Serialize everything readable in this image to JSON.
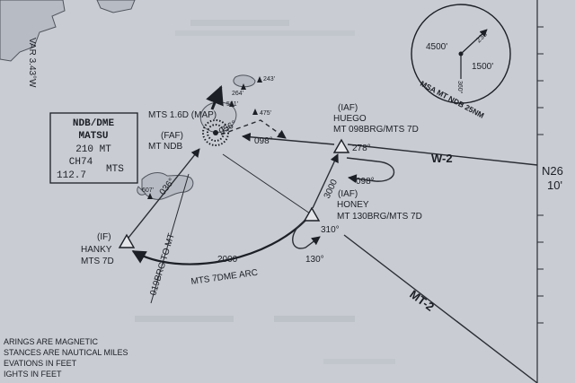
{
  "variation": "VAR 3.43°W",
  "msa": {
    "label": "MSA MT NDB 25NM",
    "sector_high": "4500'",
    "sector_low": "1500'",
    "bearing_a": "233°",
    "bearing_b": "360°"
  },
  "navaid_box": {
    "line1": "NDB/DME",
    "line2": "MATSU",
    "line3": "210 MT",
    "line4": "CH74",
    "freq": "112.7",
    "freq_suffix": "MTS"
  },
  "faf": {
    "role": "(FAF)",
    "name": "MT NDB"
  },
  "map_point": {
    "label": "MTS 1.6D (MAP)"
  },
  "iaf_huego": {
    "role": "(IAF)",
    "name": "HUEGO",
    "info": "MT 098BRG/MTS 7D"
  },
  "iaf_honey": {
    "role": "(IAF)",
    "name": "HONEY",
    "info": "MT 130BRG/MTS 7D"
  },
  "if_hanky": {
    "role": "(IF)",
    "name": "HANKY",
    "info": "MTS 7D"
  },
  "courses": {
    "inbound_from_huego": "098°",
    "huego_hold_in": "278°",
    "huego_hold_out": "098°",
    "honey_hold_in": "310°",
    "honey_hold_out": "130°",
    "final": "036°",
    "map_course": "056°",
    "honey_leg_alt": "3000",
    "arc_alt": "2000",
    "arc_label": "MTS 7DME ARC",
    "lead_radial": "019BRG TO MT"
  },
  "elevations": {
    "e1": "264'",
    "e2": "243'",
    "e3": "475'",
    "e4": "561'",
    "e5": "607'"
  },
  "airways": {
    "w2": "W-2",
    "mt2": "MT-2"
  },
  "latitude": {
    "deg": "N26",
    "min": "10'"
  },
  "notes": [
    "ARINGS ARE MAGNETIC",
    "STANCES ARE NAUTICAL MILES",
    "EVATIONS IN FEET",
    "IGHTS IN FEET"
  ]
}
